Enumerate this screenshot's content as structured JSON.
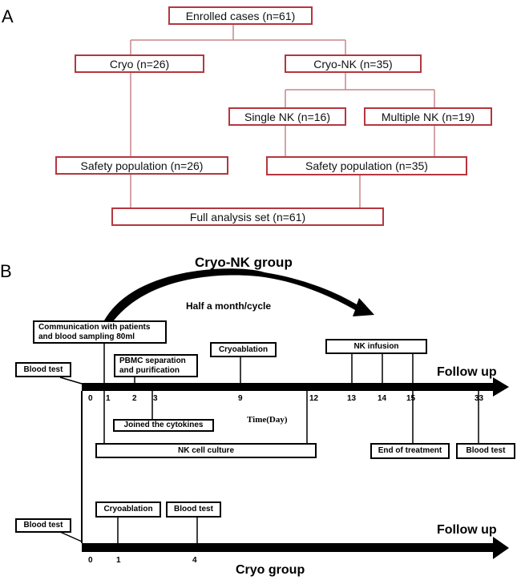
{
  "panel_a": {
    "label": "A",
    "colors": {
      "box_border": "#b5363f",
      "connector": "#c8868c"
    },
    "boxes": {
      "enrolled": "Enrolled cases (n=61)",
      "cryo": "Cryo (n=26)",
      "cryo_nk": "Cryo-NK (n=35)",
      "single_nk": "Single NK (n=16)",
      "multiple_nk": "Multiple NK (n=19)",
      "safety_cryo": "Safety population (n=26)",
      "safety_cryo_nk": "Safety population (n=35)",
      "full_analysis": "Full analysis set (n=61)"
    }
  },
  "panel_b": {
    "label": "B",
    "cryo_nk_group": {
      "title": "Cryo-NK group",
      "cycle_label": "Half a month/cycle",
      "follow_up": "Follow up",
      "axis_label": "Time(Day)",
      "ticks": [
        "0",
        "1",
        "2",
        "3",
        "9",
        "12",
        "13",
        "14",
        "15",
        "33"
      ],
      "events": {
        "blood_test_start": "Blood test",
        "communication_line1": "Communication with patients",
        "communication_line2": "and blood sampling 80ml",
        "pbmc_line1": "PBMC separation",
        "pbmc_line2": "and purification",
        "cryoablation": "Cryoablation",
        "nk_infusion": "NK infusion",
        "cytokines": "Joined  the cytokines",
        "nk_culture": "NK  cell culture",
        "end_of_treatment": "End of treatment",
        "blood_test_end": "Blood test"
      }
    },
    "cryo_group": {
      "title": "Cryo group",
      "follow_up": "Follow up",
      "ticks": [
        "0",
        "1",
        "4"
      ],
      "events": {
        "blood_test_start": "Blood test",
        "cryoablation": "Cryoablation",
        "blood_test": "Blood test"
      }
    }
  }
}
